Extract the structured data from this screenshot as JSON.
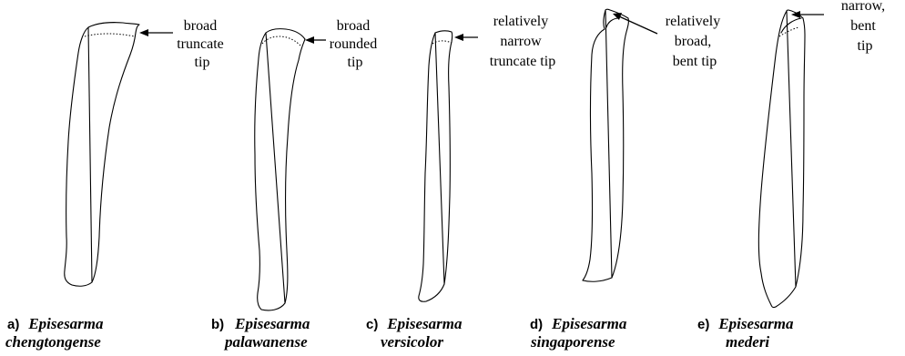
{
  "panels": [
    {
      "letter": "a)",
      "genus": "Episesarma",
      "species": "chengtongense",
      "annotation": [
        "broad",
        "truncate",
        "tip"
      ]
    },
    {
      "letter": "b)",
      "genus": "Episesarma",
      "species": "palawanense",
      "annotation": [
        "broad",
        "rounded",
        "tip"
      ]
    },
    {
      "letter": "c)",
      "genus": "Episesarma",
      "species": "versicolor",
      "annotation": [
        "relatively",
        "narrow",
        "truncate tip"
      ]
    },
    {
      "letter": "d)",
      "genus": "Episesarma",
      "species": "singaporense",
      "annotation": [
        "relatively",
        "broad,",
        "bent tip"
      ]
    },
    {
      "letter": "e)",
      "genus": "Episesarma",
      "species": "mederi",
      "annotation": [
        "narrow,",
        "bent",
        "tip"
      ]
    }
  ]
}
